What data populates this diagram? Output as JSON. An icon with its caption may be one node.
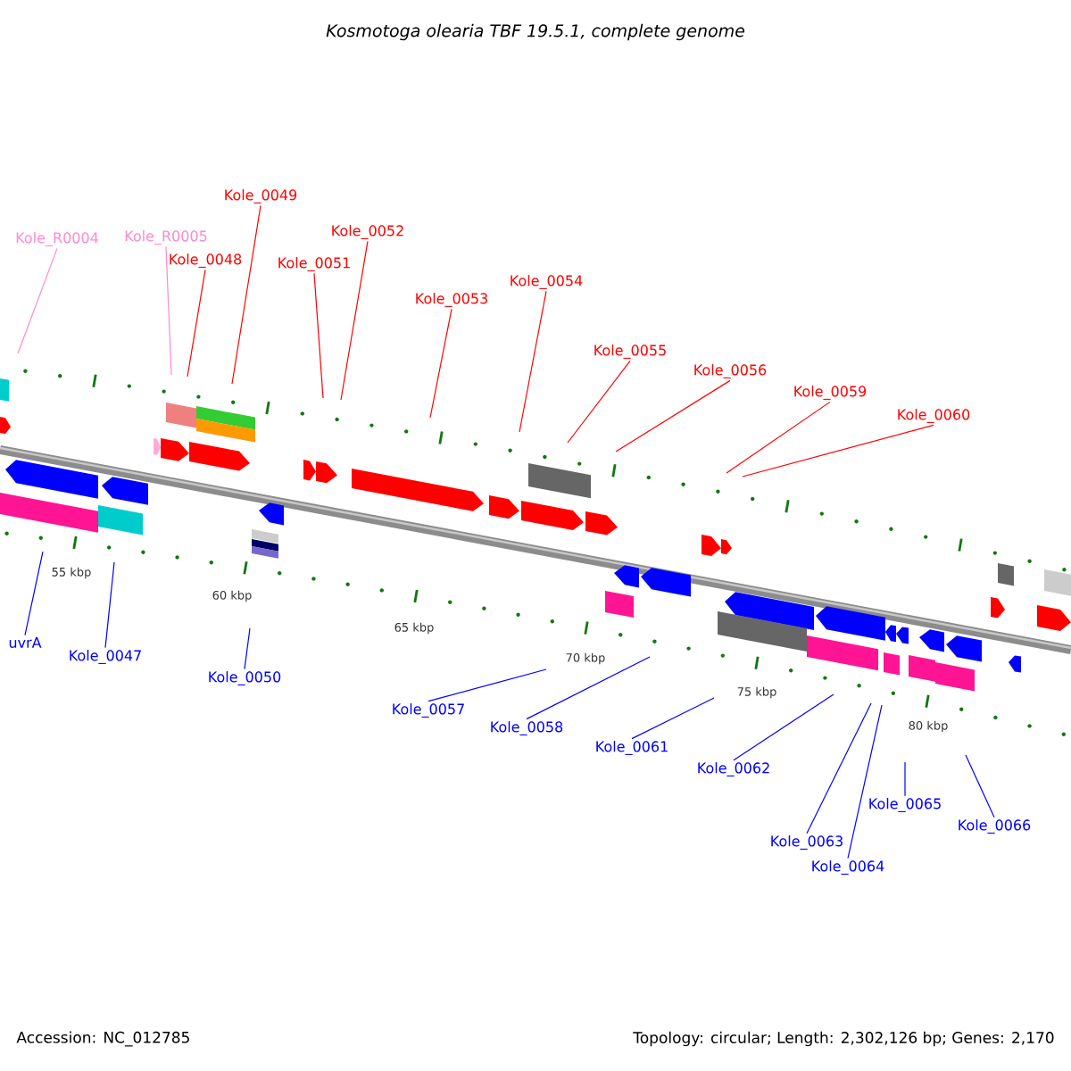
{
  "diagram": {
    "title": "Kosmotoga olearia TBF 19.5.1, complete genome",
    "nodes": [
      {
        "text": [
          "Kole_R0004"
        ]
      },
      {
        "text": [
          "Kole_R0005"
        ]
      },
      {
        "text": [
          "Kole_0048"
        ]
      },
      {
        "text": [
          "Kole_0049"
        ]
      },
      {
        "text": [
          "Kole_0052"
        ]
      },
      {
        "text": [
          "Kole_0051"
        ]
      },
      {
        "text": [
          "Kole_0053"
        ]
      },
      {
        "text": [
          "Kole_0054"
        ]
      },
      {
        "text": [
          "Kole_0055"
        ]
      },
      {
        "text": [
          "Kole_0056"
        ]
      },
      {
        "text": [
          "Kole_0059"
        ]
      },
      {
        "text": [
          "Kole_0060"
        ]
      },
      {
        "text": [
          "uvrA"
        ]
      },
      {
        "text": [
          "Kole_0047"
        ]
      },
      {
        "text": [
          "Kole_0050"
        ]
      },
      {
        "text": [
          "Kole_0057"
        ]
      },
      {
        "text": [
          "Kole_0058"
        ]
      },
      {
        "text": [
          "Kole_0061"
        ]
      },
      {
        "text": [
          "Kole_0062"
        ]
      },
      {
        "text": [
          "Kole_0063"
        ]
      },
      {
        "text": [
          "Kole_0064"
        ]
      },
      {
        "text": [
          "Kole_0065"
        ]
      },
      {
        "text": [
          "Kole_0066"
        ]
      }
    ],
    "edges": [
      {
        "from": 0,
        "to": null,
        "arrow": "none",
        "color": "#ff88cc"
      },
      {
        "from": 1,
        "to": null,
        "arrow": "none",
        "color": "#ff88cc"
      },
      {
        "from": 2,
        "to": null,
        "arrow": "none",
        "color": "#ff0000"
      },
      {
        "from": 3,
        "to": null,
        "arrow": "none",
        "color": "#ff0000"
      },
      {
        "from": 4,
        "to": null,
        "arrow": "none",
        "color": "#ff0000"
      },
      {
        "from": 5,
        "to": null,
        "arrow": "none",
        "color": "#ff0000"
      },
      {
        "from": 6,
        "to": null,
        "arrow": "none",
        "color": "#ff0000"
      },
      {
        "from": 7,
        "to": null,
        "arrow": "none",
        "color": "#ff0000"
      },
      {
        "from": 8,
        "to": null,
        "arrow": "none",
        "color": "#ff0000"
      },
      {
        "from": 9,
        "to": null,
        "arrow": "none",
        "color": "#ff0000"
      },
      {
        "from": 10,
        "to": null,
        "arrow": "none",
        "color": "#ff0000"
      },
      {
        "from": 11,
        "to": null,
        "arrow": "none",
        "color": "#ff0000"
      },
      {
        "from": 12,
        "to": null,
        "arrow": "none",
        "color": "#0000ff"
      },
      {
        "from": 13,
        "to": null,
        "arrow": "none",
        "color": "#0000ff"
      },
      {
        "from": 14,
        "to": null,
        "arrow": "none",
        "color": "#0000ff"
      },
      {
        "from": 15,
        "to": null,
        "arrow": "none",
        "color": "#0000ff"
      },
      {
        "from": 16,
        "to": null,
        "arrow": "none",
        "color": "#0000ff"
      },
      {
        "from": 17,
        "to": null,
        "arrow": "none",
        "color": "#0000ff"
      },
      {
        "from": 18,
        "to": null,
        "arrow": "none",
        "color": "#0000ff"
      },
      {
        "from": 19,
        "to": null,
        "arrow": "none",
        "color": "#0000ff"
      },
      {
        "from": 20,
        "to": null,
        "arrow": "none",
        "color": "#0000ff"
      },
      {
        "from": 21,
        "to": null,
        "arrow": "none",
        "color": "#0000ff"
      },
      {
        "from": 22,
        "to": null,
        "arrow": "none",
        "color": "#0000ff"
      }
    ],
    "labels": [
      "55 kbp",
      "60 kbp",
      "65 kbp",
      "70 kbp",
      "75 kbp",
      "80 kbp",
      "Accession: NC_012785",
      "Topology: circular; Length: 2,302,126 bp; Genes: 2,170"
    ]
  }
}
